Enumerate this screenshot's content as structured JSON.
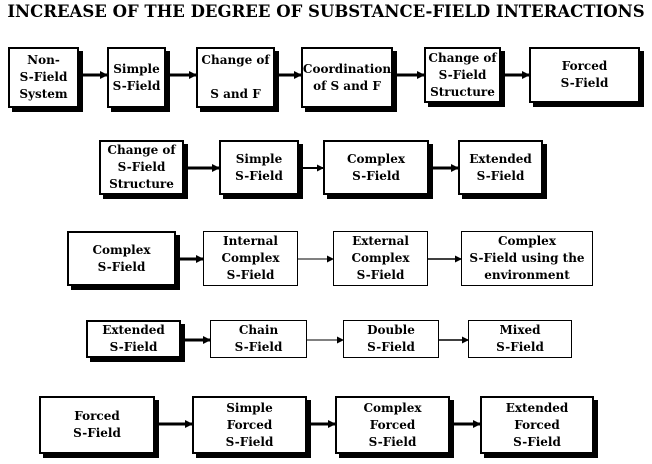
{
  "title": "INCREASE OF THE DEGREE OF SUBSTANCE-FIELD INTERACTIONS",
  "rows": [
    {
      "boxes": [
        "Non-\nS-Field\nSystem",
        "Simple\nS-Field",
        "Change of\n\nS and F",
        "Coordination\nof S and F",
        "Change of\nS-Field\nStructure",
        "Forced\nS-Field"
      ]
    },
    {
      "boxes": [
        "Change of\nS-Field\nStructure",
        "Simple\nS-Field",
        "Complex\nS-Field",
        "Extended\nS-Field"
      ]
    },
    {
      "boxes": [
        "Complex\nS-Field",
        "Internal\nComplex\nS-Field",
        "External\nComplex\nS-Field",
        "Complex\nS-Field using the\nenvironment"
      ]
    },
    {
      "boxes": [
        "Extended\nS-Field",
        "Chain\nS-Field",
        "Double\nS-Field",
        "Mixed\nS-Field"
      ]
    },
    {
      "boxes": [
        "Forced\nS-Field",
        "Simple\nForced\nS-Field",
        "Complex\nForced\nS-Field",
        "Extended\nForced\nS-Field"
      ]
    }
  ]
}
